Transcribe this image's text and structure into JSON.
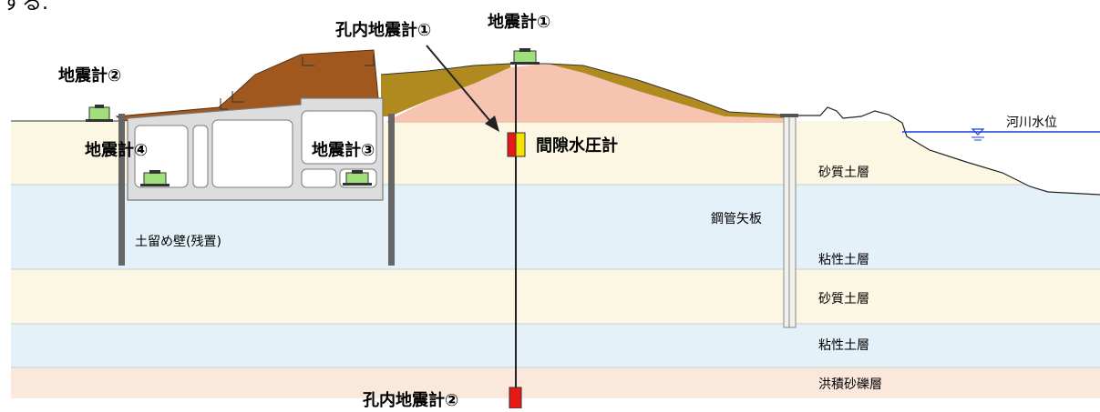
{
  "header_fragment": "する.",
  "labels": {
    "borehole_seismometer_1": "孔内地震計①",
    "borehole_seismometer_2": "孔内地震計②",
    "seismometer_1": "地震計①",
    "seismometer_2": "地震計②",
    "seismometer_3": "地震計③",
    "seismometer_4": "地震計④",
    "piezometer": "間隙水圧計",
    "river_water_level": "河川水位",
    "steel_pipe_sheet_pile": "鋼管矢板",
    "retaining_wall": "土留め壁(残置)"
  },
  "layers": [
    {
      "name": "砂質土層",
      "color": "#fbf7e2"
    },
    {
      "name": "粘性土層",
      "color": "#e4f1f8"
    },
    {
      "name": "砂質土層",
      "color": "#fbf7e2"
    },
    {
      "name": "粘性土層",
      "color": "#e4f1f8"
    },
    {
      "name": "洪積砂礫層",
      "color": "#fbe8dc"
    }
  ],
  "colors": {
    "sandy": "#fbf7e2",
    "clay": "#e4f1f8",
    "gravel": "#fbe8dc",
    "embankment_core": "#f8c4b2",
    "embankment_cover": "#b08a1e",
    "old_levee": "#a0581e",
    "seismometer": "#9fe07c",
    "sensor_red": "#e81818",
    "sensor_yellow": "#f5e100",
    "water_line": "#1a3fd8",
    "structure_fill": "#dddddd",
    "structure_stroke": "#7a7a7a"
  }
}
